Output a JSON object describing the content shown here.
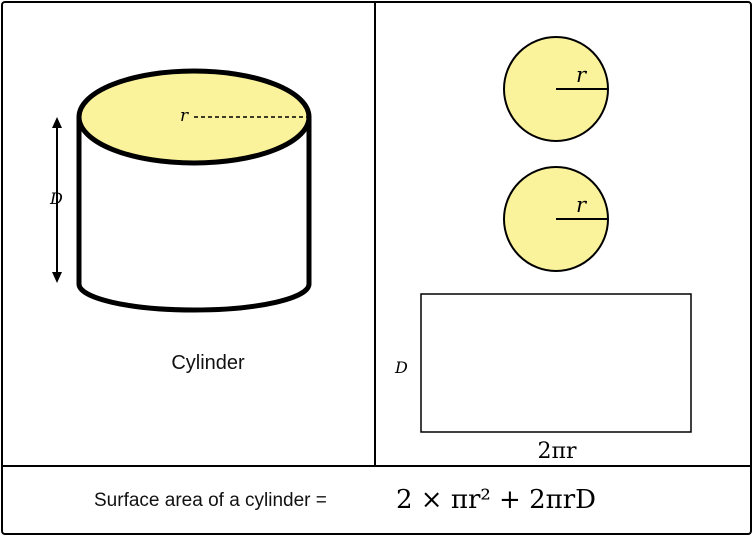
{
  "colors": {
    "face_fill": "#fbf39c",
    "stroke": "#000000",
    "background": "#ffffff"
  },
  "left_panel": {
    "label_radius": "r",
    "label_height": "D",
    "caption": "Cylinder"
  },
  "right_panel": {
    "circle_top_label": "r",
    "circle_bottom_label": "r",
    "rect_height_label": "D",
    "rect_width_label": "2πr"
  },
  "formula": {
    "text": "Surface area of a cylinder =",
    "expression": "2 × πr² + 2πrD"
  }
}
